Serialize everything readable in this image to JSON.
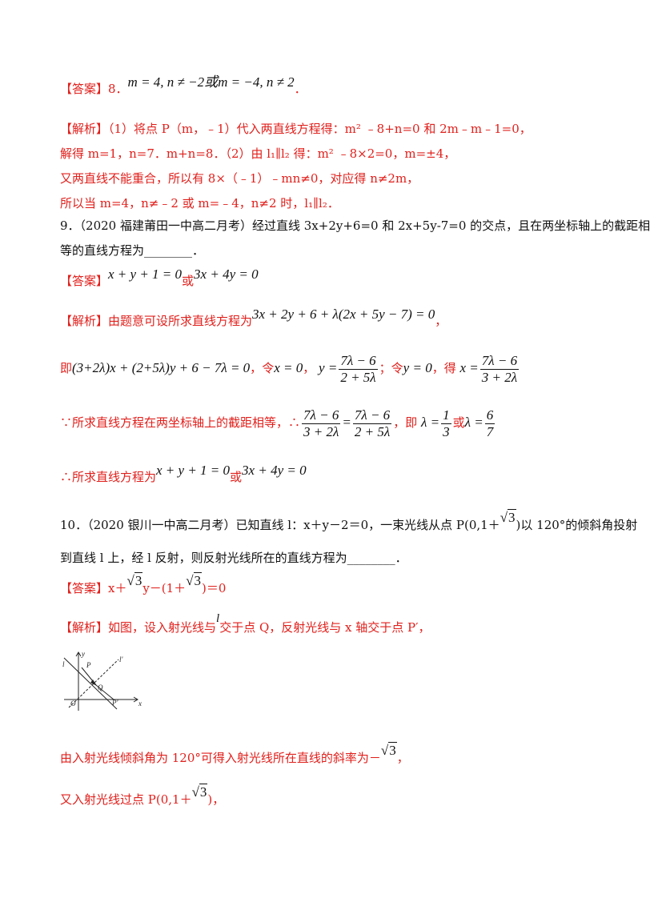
{
  "q8": {
    "answer_label": "【答案】8．",
    "answer_math": "m = 4, n ≠ −2或m = −4, n ≠ 2",
    "answer_end": "．",
    "analysis_l1": "【解析】（1）将点 P（m，﹣1）代入两直线方程得：m² ﹣8+n=0 和 2m﹣m﹣1=0，",
    "analysis_l2": "解得 m=1，n=7．m+n=8．（2）由 l₁∥l₂ 得：m² ﹣8×2=0，m=±4，",
    "analysis_l3": "又两直线不能重合，所以有 8×（﹣1）﹣mn≠0，对应得 n≠2m，",
    "analysis_l4": "所以当 m=4，n≠﹣2 或 m=﹣4，n≠2 时，l₁∥l₂．"
  },
  "q9": {
    "question_l1": "9．（2020 福建莆田一中高二月考）经过直线 3x+2y+6=0 和 2x+5y-7=0 的交点，且在两坐标轴上的截距相",
    "question_l2": "等的直线方程为________．",
    "answer_label": "【答案】",
    "answer_a": "x + y + 1 = 0",
    "or": "或",
    "answer_b": "3x + 4y = 0",
    "analysis_label": "【解析】由题意可设所求直线方程为",
    "analysis_eq": "3x + 2y + 6 + λ(2x + 5y − 7) = 0",
    "analysis_end": "，",
    "step_prefix": "即",
    "step_eq": "(3+2λ)x + (2+5λ)y + 6 − 7λ = 0",
    "comma": "，",
    "let_x": "令",
    "x0": "x = 0",
    "y_eq": "y =",
    "frac_num": "7λ − 6",
    "frac_den_y": "2 + 5λ",
    "semicolon": "；令",
    "y0": "y = 0",
    "get": "，得",
    "x_eq": "x =",
    "frac_den_x": "3 + 2λ",
    "because": "∵所求直线方程在两坐标轴上的截距相等，∴",
    "equals": "=",
    "namely": "，即",
    "lambda_eq": "λ =",
    "one": "1",
    "three": "3",
    "six": "6",
    "seven": "7",
    "therefore": "∴所求直线方程为"
  },
  "q10": {
    "question_l1_a": "10．（2020 银川一中高二月考）已知直线 l：x＋y－2＝0，一束光线从点 P(0,1＋",
    "sqrt3": "3",
    "question_l1_b": ")以 120°的倾斜角投射",
    "question_l2": "到直线 l 上，经 l 反射，则反射光线所在的直线方程为________．",
    "answer_label": "【答案】x＋",
    "answer_mid": "y－(1＋",
    "answer_end": ")＝0",
    "analysis_a": "【解析】如图，设入射光线与",
    "l_symbol": "l",
    "analysis_b": "交于点 Q，反射光线与 x 轴交于点 P′，",
    "slope_text": "由入射光线倾斜角为 120°可得入射光线所在直线的斜率为－",
    "slope_end": "，",
    "passes_text": "又入射光线过点 P(0,1＋",
    "passes_end": ")，"
  },
  "figure": {
    "label_y": "y",
    "label_x": "x",
    "label_l": "l",
    "label_lp": "l′",
    "label_P": "P",
    "label_Q": "Q",
    "label_Pp": "P′",
    "label_O": "O"
  }
}
